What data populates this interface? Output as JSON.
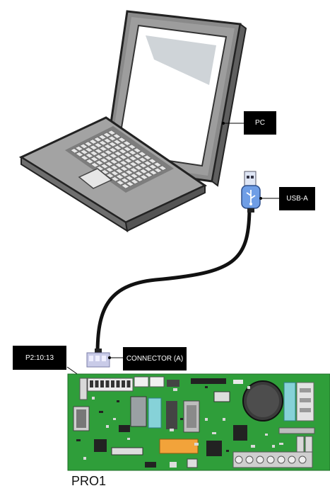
{
  "labels": {
    "pc": "PC",
    "usb_a": "USB-A",
    "connector": "CONNECTOR (A)",
    "header_pin": "P2:10:13",
    "board": "PRO1"
  },
  "colors": {
    "callout_bg": "#000000",
    "callout_text": "#ffffff",
    "pcb_green": "#2f9e3a",
    "laptop_gray": "#8c8c8c",
    "cable": "#111111",
    "usb_blue": "#6f9ee6",
    "connector_lilac": "#c9cbe8"
  },
  "icons": [
    "laptop-icon",
    "usb-plug-icon",
    "cable-icon",
    "connector-icon",
    "circuit-board-icon"
  ]
}
